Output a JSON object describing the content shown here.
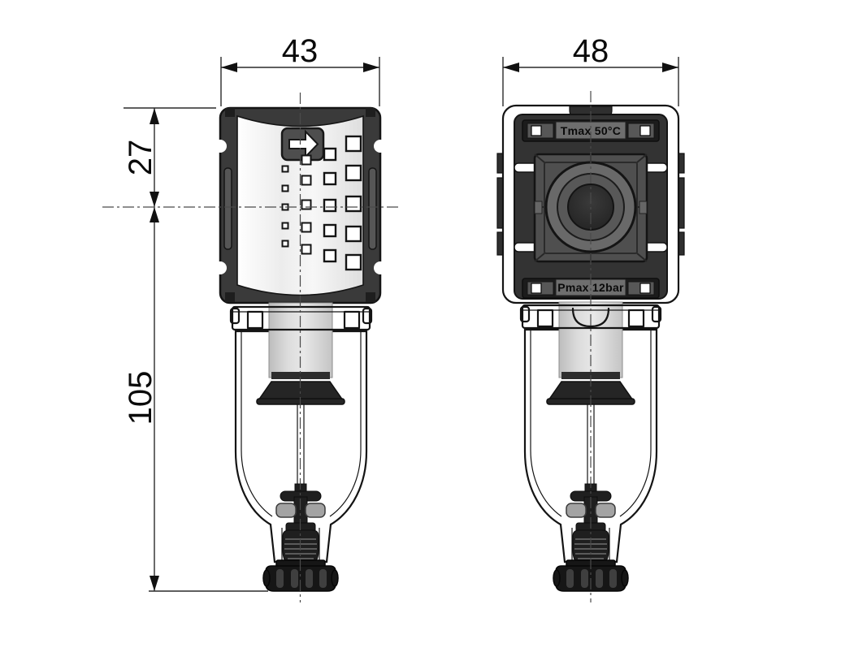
{
  "drawing": {
    "type": "technical-dimension-drawing",
    "subject": "pneumatic-filter-with-bowl-and-drain",
    "views": {
      "side": {
        "dim_width": "43",
        "dim_height_upper": "27",
        "dim_height_lower": "105"
      },
      "front": {
        "dim_width": "48",
        "marking_top": "Tmax 50°C",
        "marking_bottom": "Pmax 12bar"
      }
    },
    "icons": {
      "flow_direction": "arrow-right"
    },
    "palette": {
      "line": "#141414",
      "body_dark": "#3a3a3a",
      "face_light": "#f2f2f2",
      "front_face": "#333333",
      "front_panel": "#4f4f4f",
      "cartridge_gray": "#d4d4d4",
      "knob_black": "#161616",
      "background": "#ffffff"
    }
  }
}
